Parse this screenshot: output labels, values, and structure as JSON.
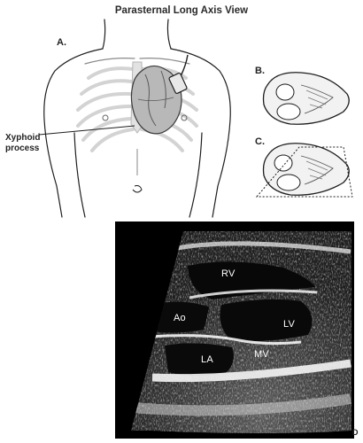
{
  "title": "Parasternal Long Axis View",
  "panels": {
    "a": "A.",
    "b": "B.",
    "c": "C.",
    "d": "D"
  },
  "callout": {
    "line1": "Xyphoid",
    "line2": "process"
  },
  "echo_labels": {
    "rv": "RV",
    "ao": "Ao",
    "lv": "LV",
    "la": "LA",
    "mv": "MV"
  },
  "colors": {
    "ink": "#1e1e1e",
    "skin": "#ffffff",
    "ribs": "#d4d4d4",
    "heart": "#9a9a9a",
    "echo_background": "#000000",
    "echo_sector": "#2b2b2b",
    "echo_label": "#ffffff"
  }
}
